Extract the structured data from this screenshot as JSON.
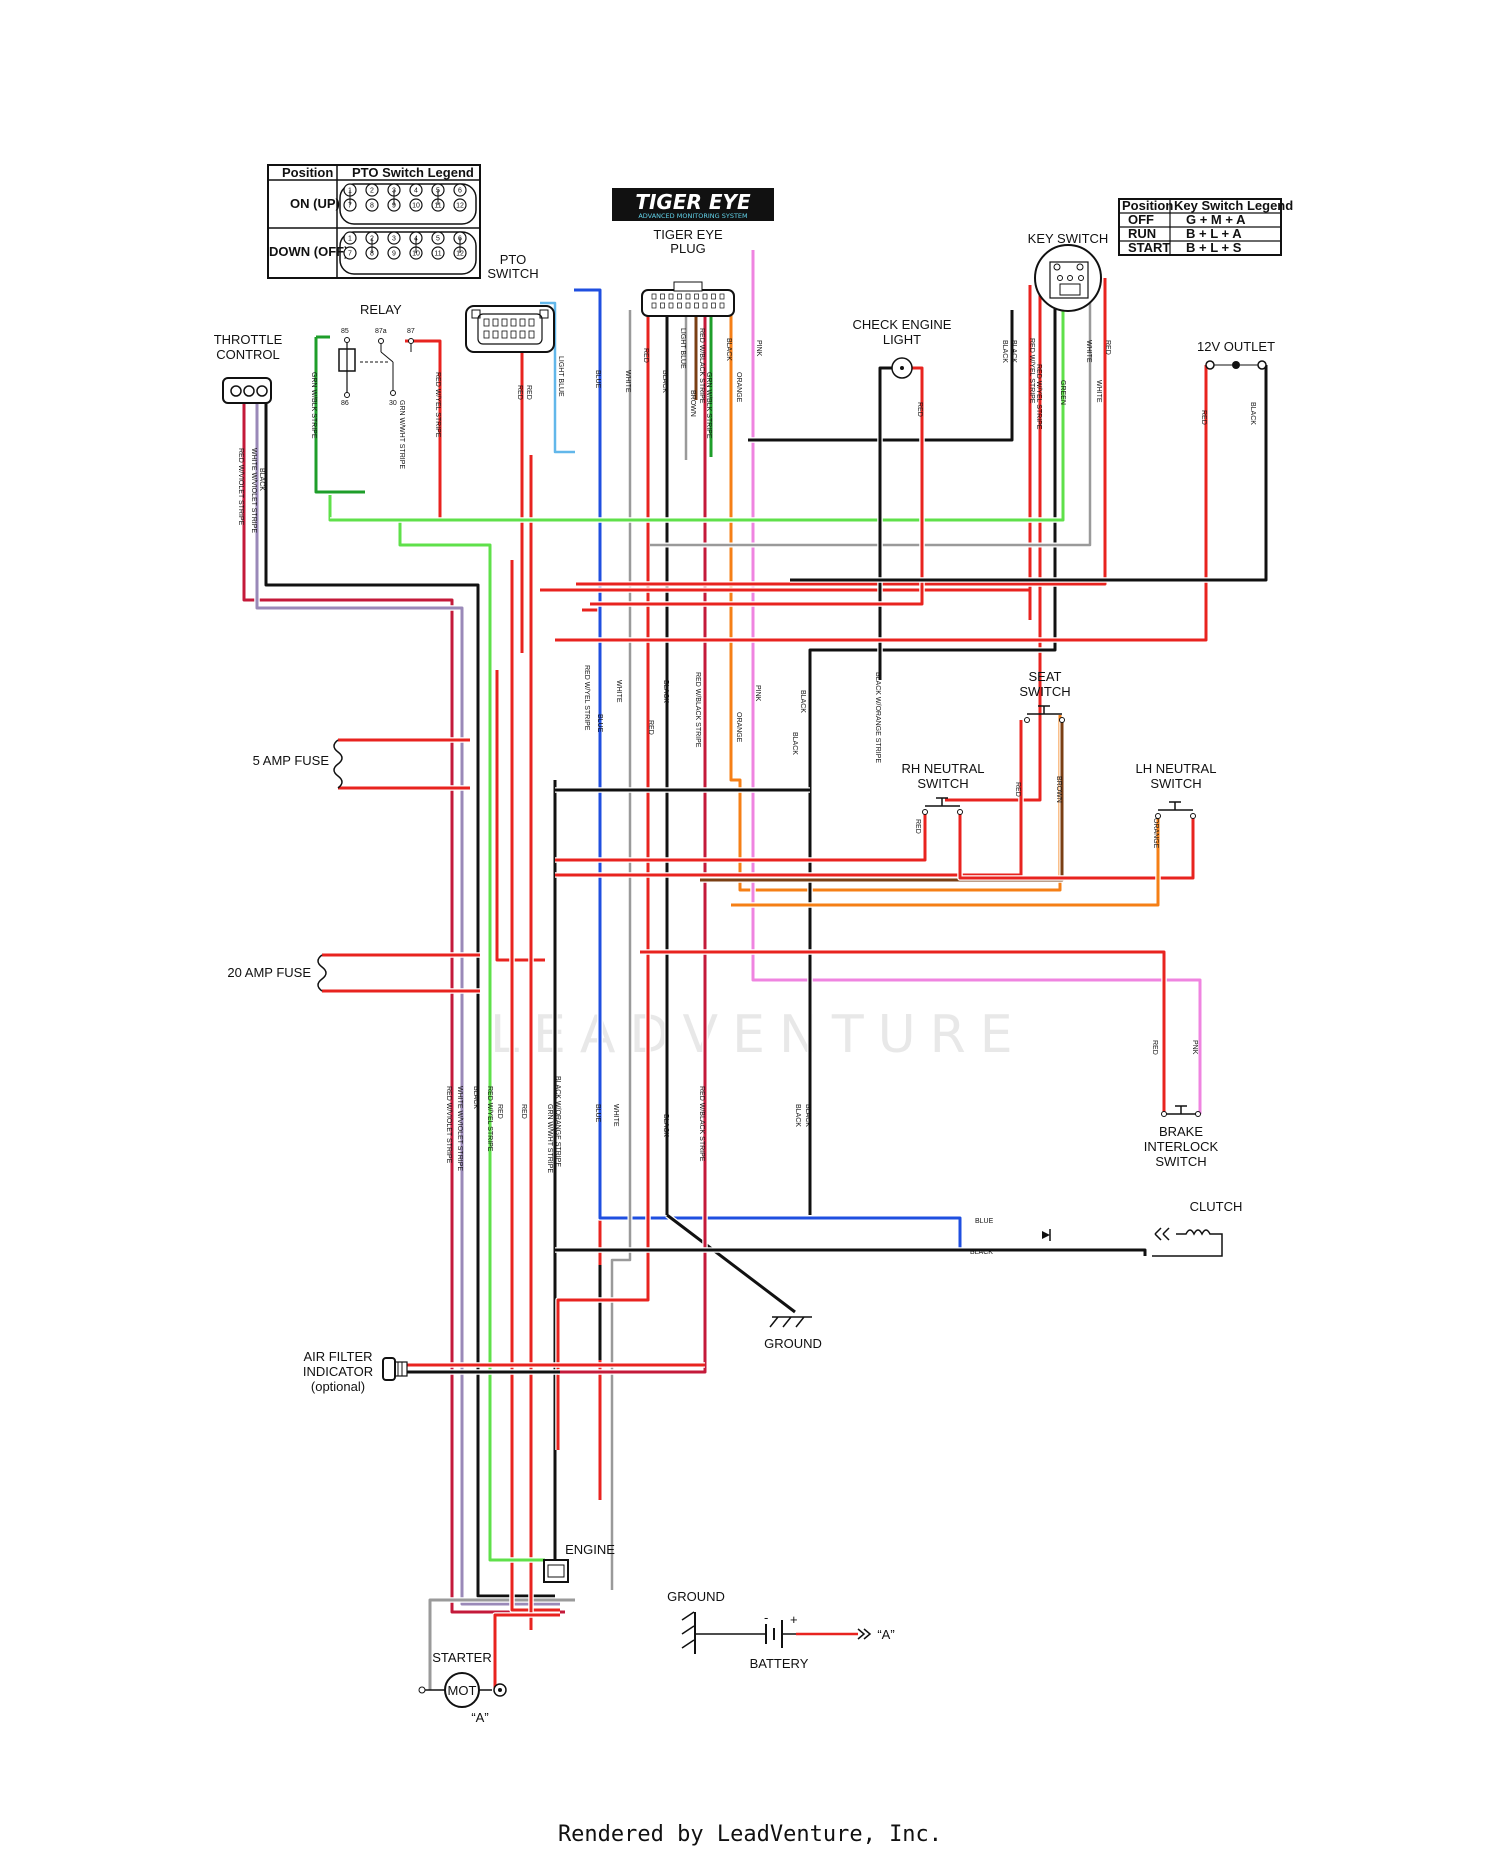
{
  "pto_legend": {
    "col_position": "Position",
    "col_title": "PTO Switch Legend",
    "row_on": "ON (UP)",
    "row_off": "DOWN (OFF)",
    "pins_top": [
      "1",
      "2",
      "3",
      "4",
      "5",
      "6"
    ],
    "pins_bottom": [
      "7",
      "8",
      "9",
      "10",
      "11",
      "12"
    ]
  },
  "logo": {
    "title": "TIGER EYE",
    "subtitle": "ADVANCED MONITORING SYSTEM"
  },
  "key_legend": {
    "col_position": "Position",
    "col_title": "Key Switch Legend",
    "rows": [
      {
        "position": "OFF",
        "value": "G + M + A"
      },
      {
        "position": "RUN",
        "value": "B + L + A"
      },
      {
        "position": "START",
        "value": "B + L + S"
      }
    ]
  },
  "labels": {
    "tiger_eye_plug_1": "TIGER EYE",
    "tiger_eye_plug_2": "PLUG",
    "pto_switch_1": "PTO",
    "pto_switch_2": "SWITCH",
    "relay": "RELAY",
    "relay_85": "85",
    "relay_87a": "87a",
    "relay_87": "87",
    "relay_86": "86",
    "relay_30": "30",
    "throttle_1": "THROTTLE",
    "throttle_2": "CONTROL",
    "check_engine_1": "CHECK ENGINE",
    "check_engine_2": "LIGHT",
    "key_switch": "KEY SWITCH",
    "outlet": "12V OUTLET",
    "seat_1": "SEAT",
    "seat_2": "SWITCH",
    "rh_neutral_1": "RH NEUTRAL",
    "rh_neutral_2": "SWITCH",
    "lh_neutral_1": "LH NEUTRAL",
    "lh_neutral_2": "SWITCH",
    "fuse5": "5 AMP FUSE",
    "fuse20": "20 AMP FUSE",
    "brake_1": "BRAKE",
    "brake_2": "INTERLOCK",
    "brake_3": "SWITCH",
    "clutch": "CLUTCH",
    "ground_main": "GROUND",
    "air_filter_1": "AIR FILTER",
    "air_filter_2": "INDICATOR",
    "air_filter_3": "(optional)",
    "engine": "ENGINE",
    "starter": "STARTER",
    "starter_mot": "MOT",
    "starter_a": "“A”",
    "ground_batt": "GROUND",
    "battery": "BATTERY",
    "battery_a": "“A”",
    "battery_minus": "-",
    "battery_plus": "+"
  },
  "wire_labels": {
    "red": "RED",
    "light_blue": "LIGHT BLUE",
    "blue": "BLUE",
    "white": "WHITE",
    "black": "BLACK",
    "grn_blk": "GRN W/BLK STRIPE",
    "grn_wht": "GRN W/WHT STRIPE",
    "red_yel": "RED W/YEL STRIPE",
    "red_blk": "RED W/BLACK STRIPE",
    "brown": "BROWN",
    "orange": "ORANGE",
    "pink": "PINK",
    "pnk": "PNK",
    "green": "GREEN",
    "blk_org": "BLACK W/ORANGE STRIPE",
    "red_violet": "RED W/VIOLET STRIPE",
    "wht_violet": "WHITE W/VIOLET STRIPE"
  },
  "watermark": "LEADVENTURE",
  "footer": "Rendered by LeadVenture, Inc.",
  "colors": {
    "red": "#e8231f",
    "green": "#1e9e2a",
    "lightgreen": "#5fe04a",
    "blue": "#1f4fe0",
    "lightblue": "#62b7ea",
    "black": "#111111",
    "gray": "#9a9a9a",
    "orange": "#f57f16",
    "pink": "#ef84e0",
    "brown": "#7a3f14",
    "violet": "#9a89b8",
    "darkred": "#c41a3a"
  }
}
